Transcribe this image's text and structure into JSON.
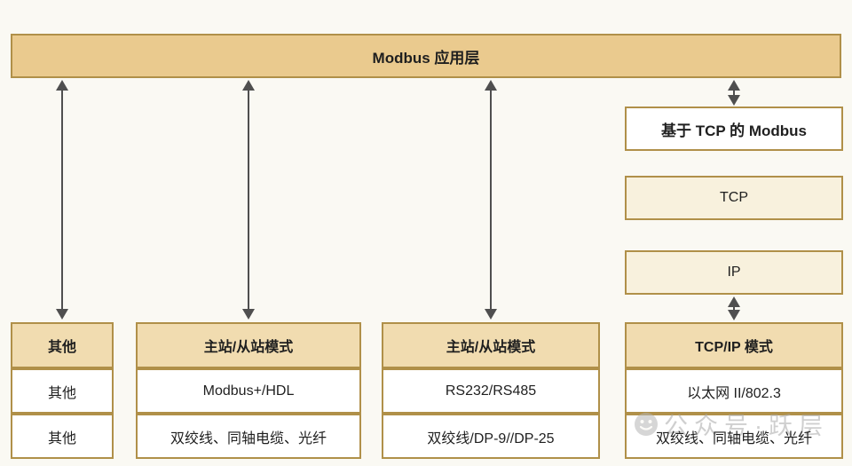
{
  "diagram": {
    "top_bar": {
      "label": "Modbus 应用层"
    },
    "right_stack": {
      "modbus_tcp": "基于 TCP 的 Modbus",
      "tcp": "TCP",
      "ip": "IP"
    },
    "columns": [
      {
        "header": "其他",
        "rows": [
          "其他",
          "其他"
        ]
      },
      {
        "header": "主站/从站模式",
        "rows": [
          "Modbus+/HDL",
          "双绞线、同轴电缆、光纤"
        ]
      },
      {
        "header": "主站/从站模式",
        "rows": [
          "RS232/RS485",
          "双绞线/DP-9//DP-25"
        ]
      },
      {
        "header": "TCP/IP 模式",
        "rows": [
          "以太网 II/802.3",
          "双绞线、同轴电缆、光纤"
        ]
      }
    ],
    "watermark": {
      "icon": "wechat-smiley-icon",
      "text": "公众号·跃层"
    },
    "colors": {
      "background": "#faf9f3",
      "border": "#b09049",
      "bar_fill": "#eaca8e",
      "header_fill": "#f1dcb0",
      "cream_fill": "#f8f1dd",
      "white_fill": "#ffffff",
      "arrow": "#4f4f4f",
      "text": "#1f1f1f",
      "watermark": "#a8a8a8"
    }
  }
}
